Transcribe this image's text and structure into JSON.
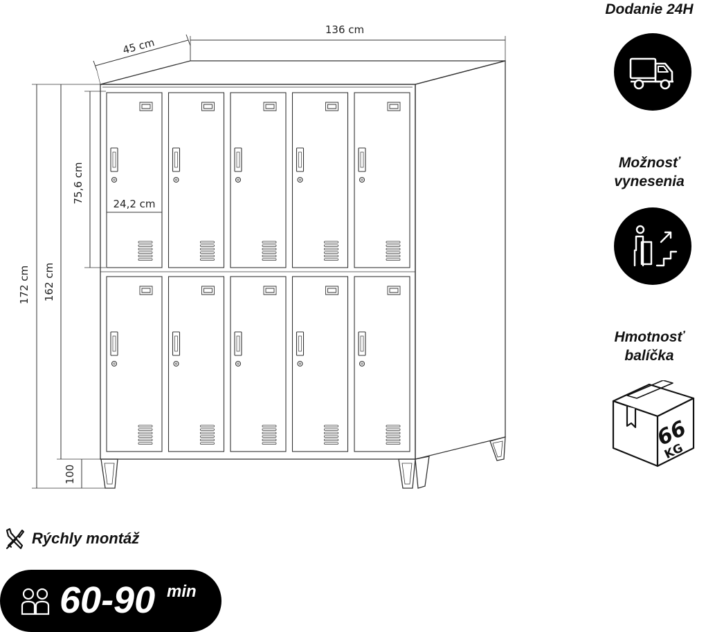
{
  "dimensions": {
    "depth": "45 cm",
    "width": "136 cm",
    "height_total": "172 cm",
    "height_body": "162 cm",
    "door_height": "75,6 cm",
    "door_width": "24,2 cm",
    "leg_height": "100"
  },
  "features": {
    "delivery": {
      "title": "Dodanie 24H",
      "icon": "truck-icon"
    },
    "carry": {
      "title_line1": "Možnosť",
      "title_line2": "vynesenia",
      "icon": "person-stairs-icon"
    },
    "weight": {
      "title_line1": "Hmotnosť",
      "title_line2": "balíčka",
      "value": "66",
      "unit": "KG",
      "icon": "package-box-icon"
    }
  },
  "assembly": {
    "title": "Rýchly montáž",
    "time": "60-90",
    "unit": "min",
    "icons": [
      "wrench-screwdriver-icon",
      "two-people-icon"
    ]
  },
  "locker": {
    "columns": 5,
    "rows": 2
  }
}
